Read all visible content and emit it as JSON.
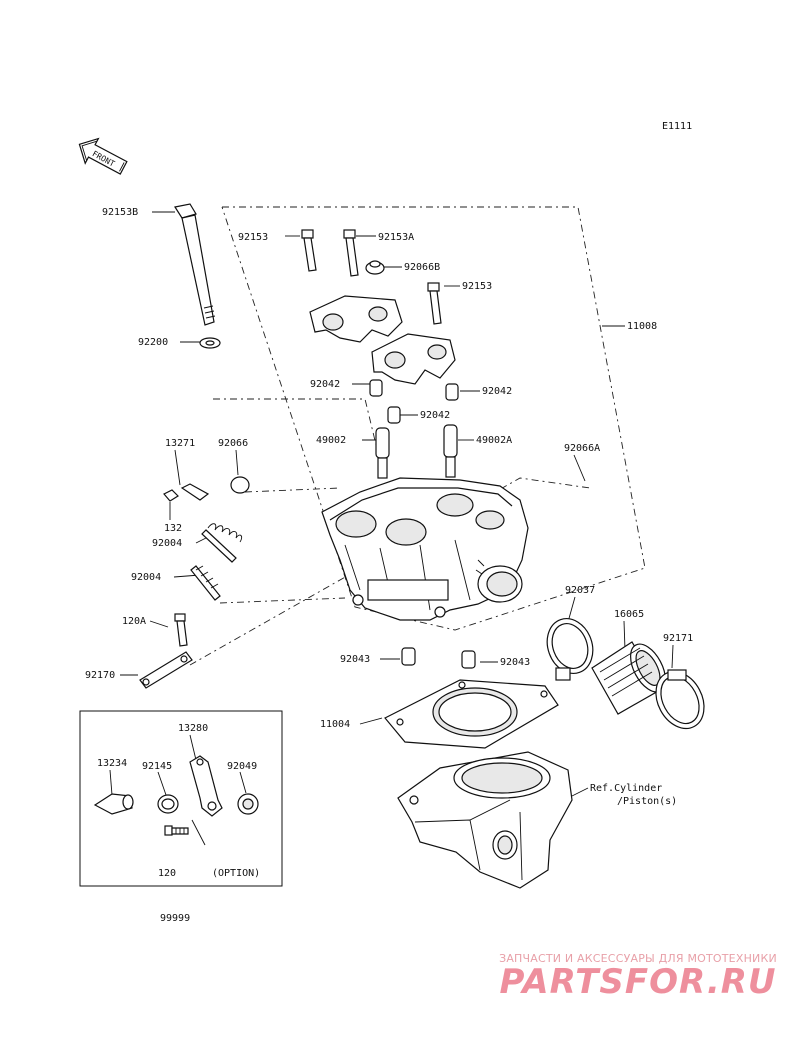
{
  "diagram": {
    "ref_code": "E1111",
    "front_label": "FRONT",
    "option_label": "(OPTION)",
    "ref_cylinder_line1": "Ref.Cylinder",
    "ref_cylinder_line2": "/Piston(s)",
    "bottom_code": "99999",
    "parts": [
      "92153B",
      "92153",
      "92153A",
      "92066B",
      "92153",
      "11008",
      "92200",
      "92042",
      "92042",
      "92042",
      "13271",
      "92066",
      "49002",
      "49002A",
      "92066A",
      "132",
      "92004",
      "92004",
      "92037",
      "16065",
      "92171",
      "120A",
      "92043",
      "92043",
      "92170",
      "11004",
      "13280",
      "13234",
      "92145",
      "92049",
      "120"
    ]
  },
  "watermark": {
    "subtitle": "ЗАПЧАСТИ И АКСЕССУАРЫ ДЛЯ МОТОТЕХНИКИ",
    "brand": "PARTSFOR.RU"
  }
}
